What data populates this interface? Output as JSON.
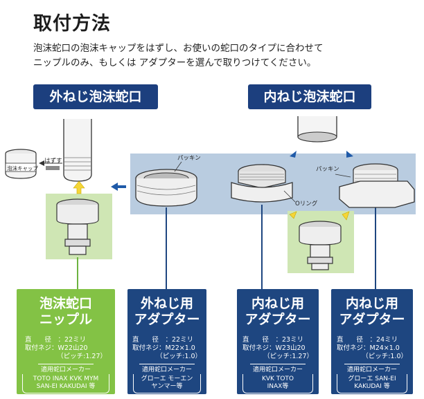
{
  "title": "取付方法",
  "intro": {
    "line1": "泡沫蛇口の泡沫キャップをはずし、お使いの蛇口のタイプに合わせて",
    "line2": "ニップルのみ、もしくは アダプターを選んで取りつけてください。"
  },
  "sections": {
    "outer": "外ねじ泡沫蛇口",
    "inner": "内ねじ泡沫蛇口"
  },
  "diagram_labels": {
    "remove": "はずす",
    "foam_cap": "泡沫キャップ",
    "packing1": "パッキン",
    "oring": "Oリング",
    "packing2": "パッキン"
  },
  "cards": [
    {
      "name1": "泡沫蛇口",
      "name2": "ニップル",
      "spec1": "直　　径　：22ミリ",
      "spec2": "取付ネジ：W22山20",
      "spec3": "（ピッチ:1.27）",
      "makers_label": "適用蛇口メーカー",
      "makers1": "TOTO  INAX  KVK  MYM",
      "makers2": "SAN-EI  KAKUDAI  等"
    },
    {
      "name1": "外ねじ用",
      "name2": "アダプター",
      "spec1": "直　　径　：22ミリ",
      "spec2": "取付ネジ：M22×1.0",
      "spec3": "（ピッチ:1.0）",
      "makers_label": "適用蛇口メーカー",
      "makers1": "グローエ  モーエン",
      "makers2": "ヤンマー等"
    },
    {
      "name1": "内ねじ用",
      "name2": "アダプター",
      "spec1": "直　　径　：23ミリ",
      "spec2": "取付ネジ：W23山20",
      "spec3": "（ピッチ:1.27）",
      "makers_label": "適用蛇口メーカー",
      "makers1": "KVK  TOTO",
      "makers2": "INAX等"
    },
    {
      "name1": "内ねじ用",
      "name2": "アダプター",
      "spec1": "直　　径　：24ミリ",
      "spec2": "取付ネジ：M24×1.0",
      "spec3": "（ピッチ:1.0）",
      "makers_label": "適用蛇口メーカー",
      "makers1": "グローエ  SAN-EI",
      "makers2": "KAKUDAI  等"
    }
  ],
  "colors": {
    "navy": "#1c3f7e",
    "card_blue": "#1e4680",
    "card_green": "#83c245",
    "band_blue": "#b9cce0",
    "light_green": "#cfe6b4",
    "arrow_yellow": "#f5d638",
    "arrow_blue": "#1f5aa8",
    "line_green": "#6cb33f",
    "line_navy": "#1e4680"
  }
}
